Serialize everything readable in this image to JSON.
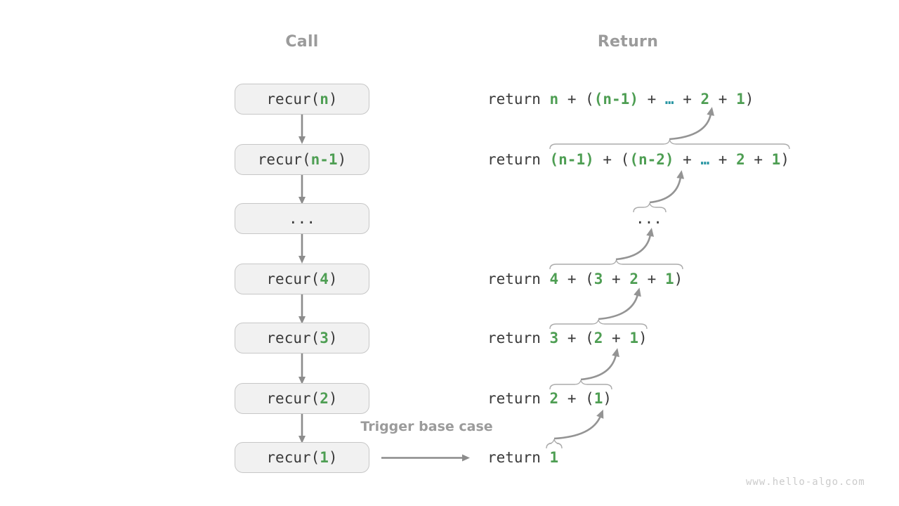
{
  "headers": {
    "call": "Call",
    "return": "Return"
  },
  "labels": {
    "trigger": "Trigger base case",
    "watermark": "www.hello-algo.com"
  },
  "colors": {
    "green": "#4e9e53",
    "teal": "#2a96a3",
    "text": "#3a3a3a",
    "muted": "#9b9b9b",
    "arrow": "#8c8c8c",
    "curve": "#949494",
    "brace": "#ababab",
    "box_fill": "#f1f1f1",
    "box_border": "#c7c7c7",
    "watermark": "#cbcbcb",
    "background": "#ffffff"
  },
  "icons": [
    "down-arrow-icon",
    "right-arrow-icon",
    "curved-return-arrow-icon",
    "overbrace-icon"
  ],
  "rows": [
    {
      "call": [
        [
          "recur(",
          "p"
        ],
        [
          "n",
          "g"
        ],
        [
          ")",
          "p"
        ]
      ],
      "ret": [
        [
          "return ",
          "p"
        ],
        [
          "n",
          "g"
        ],
        [
          " + (",
          "p"
        ],
        [
          "(n-1)",
          "g"
        ],
        [
          " + ",
          "p"
        ],
        [
          "…",
          "t"
        ],
        [
          " + ",
          "p"
        ],
        [
          "2",
          "g"
        ],
        [
          " + ",
          "p"
        ],
        [
          "1",
          "g"
        ],
        [
          ")",
          "p"
        ]
      ]
    },
    {
      "call": [
        [
          "recur(",
          "p"
        ],
        [
          "n-1",
          "g"
        ],
        [
          ")",
          "p"
        ]
      ],
      "ret": [
        [
          "return ",
          "p"
        ],
        [
          "(n-1)",
          "g"
        ],
        [
          " + (",
          "p"
        ],
        [
          "(n-2)",
          "g"
        ],
        [
          " + ",
          "p"
        ],
        [
          "…",
          "t"
        ],
        [
          " + ",
          "p"
        ],
        [
          "2",
          "g"
        ],
        [
          " + ",
          "p"
        ],
        [
          "1",
          "g"
        ],
        [
          ")",
          "p"
        ]
      ]
    },
    {
      "call": [
        [
          "...",
          "p"
        ]
      ],
      "ret": [
        [
          "...",
          "p"
        ]
      ]
    },
    {
      "call": [
        [
          "recur(",
          "p"
        ],
        [
          "4",
          "g"
        ],
        [
          ")",
          "p"
        ]
      ],
      "ret": [
        [
          "return ",
          "p"
        ],
        [
          "4",
          "g"
        ],
        [
          " + (",
          "p"
        ],
        [
          "3",
          "g"
        ],
        [
          " + ",
          "p"
        ],
        [
          "2",
          "g"
        ],
        [
          " + ",
          "p"
        ],
        [
          "1",
          "g"
        ],
        [
          ")",
          "p"
        ]
      ]
    },
    {
      "call": [
        [
          "recur(",
          "p"
        ],
        [
          "3",
          "g"
        ],
        [
          ")",
          "p"
        ]
      ],
      "ret": [
        [
          "return ",
          "p"
        ],
        [
          "3",
          "g"
        ],
        [
          " + (",
          "p"
        ],
        [
          "2",
          "g"
        ],
        [
          " + ",
          "p"
        ],
        [
          "1",
          "g"
        ],
        [
          ")",
          "p"
        ]
      ]
    },
    {
      "call": [
        [
          "recur(",
          "p"
        ],
        [
          "2",
          "g"
        ],
        [
          ")",
          "p"
        ]
      ],
      "ret": [
        [
          "return ",
          "p"
        ],
        [
          "2",
          "g"
        ],
        [
          " + (",
          "p"
        ],
        [
          "1",
          "g"
        ],
        [
          ")",
          "p"
        ]
      ]
    },
    {
      "call": [
        [
          "recur(",
          "p"
        ],
        [
          "1",
          "g"
        ],
        [
          ")",
          "p"
        ]
      ],
      "ret": [
        [
          "return ",
          "p"
        ],
        [
          "1",
          "g"
        ]
      ]
    }
  ]
}
